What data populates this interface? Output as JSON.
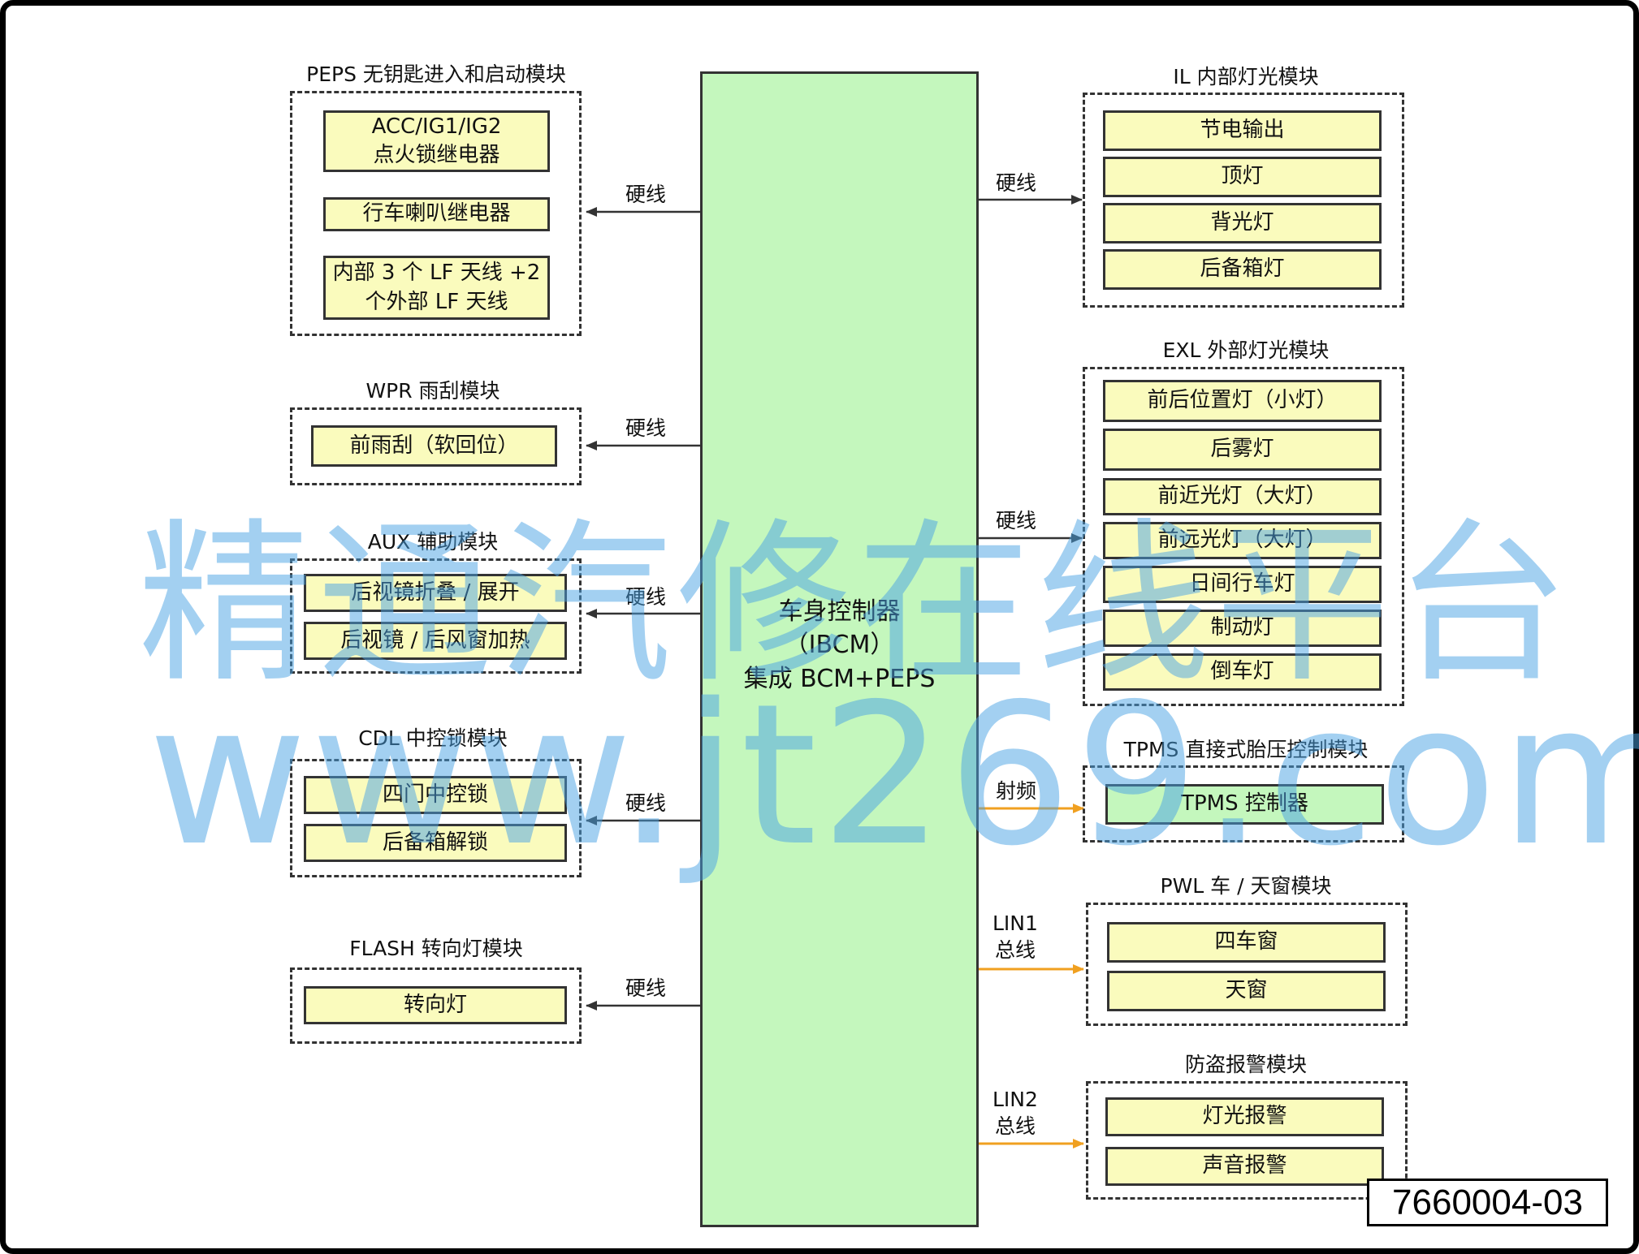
{
  "center": {
    "line1": "车身控制器",
    "line2": "（IBCM）",
    "line3": "集成 BCM+PEPS"
  },
  "groups": {
    "peps": {
      "title": "PEPS 无钥匙进入和启动模块",
      "items": [
        [
          "ACC/IG1/IG2",
          "点火锁继电器"
        ],
        [
          "行车喇叭继电器"
        ],
        [
          "内部 3 个 LF 天线 +2",
          "个外部 LF 天线"
        ]
      ],
      "link": "硬线"
    },
    "wpr": {
      "title": "WPR 雨刮模块",
      "items": [
        "前雨刮（软回位）"
      ],
      "link": "硬线"
    },
    "aux": {
      "title": "AUX 辅助模块",
      "items": [
        "后视镜折叠 / 展开",
        "后视镜 / 后风窗加热"
      ],
      "link": "硬线"
    },
    "cdl": {
      "title": "CDL 中控锁模块",
      "items": [
        "四门中控锁",
        "后备箱解锁"
      ],
      "link": "硬线"
    },
    "flash": {
      "title": "FLASH 转向灯模块",
      "items": [
        "转向灯"
      ],
      "link": "硬线"
    },
    "il": {
      "title": "IL 内部灯光模块",
      "items": [
        "节电输出",
        "顶灯",
        "背光灯",
        "后备箱灯"
      ],
      "link": "硬线"
    },
    "exl": {
      "title": "EXL 外部灯光模块",
      "items": [
        "前后位置灯（小灯）",
        "后雾灯",
        "前近光灯（大灯）",
        "前远光灯（大灯）",
        "日间行车灯",
        "制动灯",
        "倒车灯"
      ],
      "link": "硬线"
    },
    "tpms": {
      "title": "TPMS 直接式胎压控制模块",
      "items": [
        "TPMS 控制器"
      ],
      "link": "射频"
    },
    "pwl": {
      "title": "PWL 车 / 天窗模块",
      "items": [
        "四车窗",
        "天窗"
      ],
      "link": [
        "LIN1",
        "总线"
      ]
    },
    "alarm": {
      "title": "防盗报警模块",
      "items": [
        "灯光报警",
        "声音报警"
      ],
      "link": [
        "LIN2",
        "总线"
      ]
    }
  },
  "watermark": {
    "line1": "精通汽修在线平台",
    "line2": "www.jt269.com"
  },
  "figure_id": "7660004-03",
  "colors": {
    "module_fill": "#fafbbd",
    "controller_fill": "#c4f7bd",
    "wire": "#333333",
    "bus": "#f0a020",
    "watermark": "#4aa3e5"
  }
}
